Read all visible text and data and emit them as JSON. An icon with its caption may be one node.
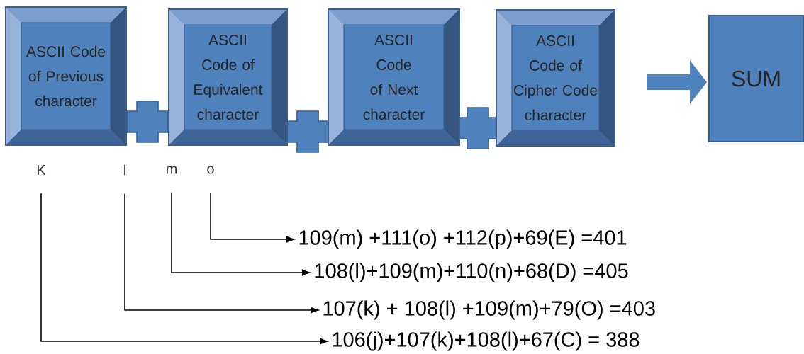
{
  "diagram": {
    "nodes": [
      {
        "text": [
          "ASCII Code of Previous character"
        ]
      },
      {
        "text": [
          "ASCII Code of Equivalent character"
        ]
      },
      {
        "text": [
          "ASCII Code of Next character"
        ]
      },
      {
        "text": [
          "ASCII Code of Cipher Code character"
        ]
      },
      {
        "text": [
          "SUM"
        ]
      },
      {
        "text": [
          "K"
        ]
      },
      {
        "text": [
          "l"
        ]
      },
      {
        "text": [
          "m"
        ]
      },
      {
        "text": [
          "o"
        ]
      },
      {
        "text": [
          "109(m) +111(o) +112(p)+69(E)  =401"
        ]
      },
      {
        "text": [
          "108(l)+109(m)+110(n)+68(D)    =405"
        ]
      },
      {
        "text": [
          "107(k) + 108(l) +109(m)+79(O) =403"
        ]
      },
      {
        "text": [
          "106(j)+107(k)+108(l)+67(C)  =   388"
        ]
      }
    ],
    "edges": [
      {
        "from": 3,
        "to": 4,
        "arrow": "to",
        "style": "thick",
        "color": "#4f81bd"
      },
      {
        "from": 8,
        "to": 9,
        "arrow": "to"
      },
      {
        "from": 7,
        "to": 10,
        "arrow": "to"
      },
      {
        "from": 6,
        "to": 11,
        "arrow": "to"
      },
      {
        "from": 5,
        "to": 12,
        "arrow": "to"
      }
    ]
  }
}
